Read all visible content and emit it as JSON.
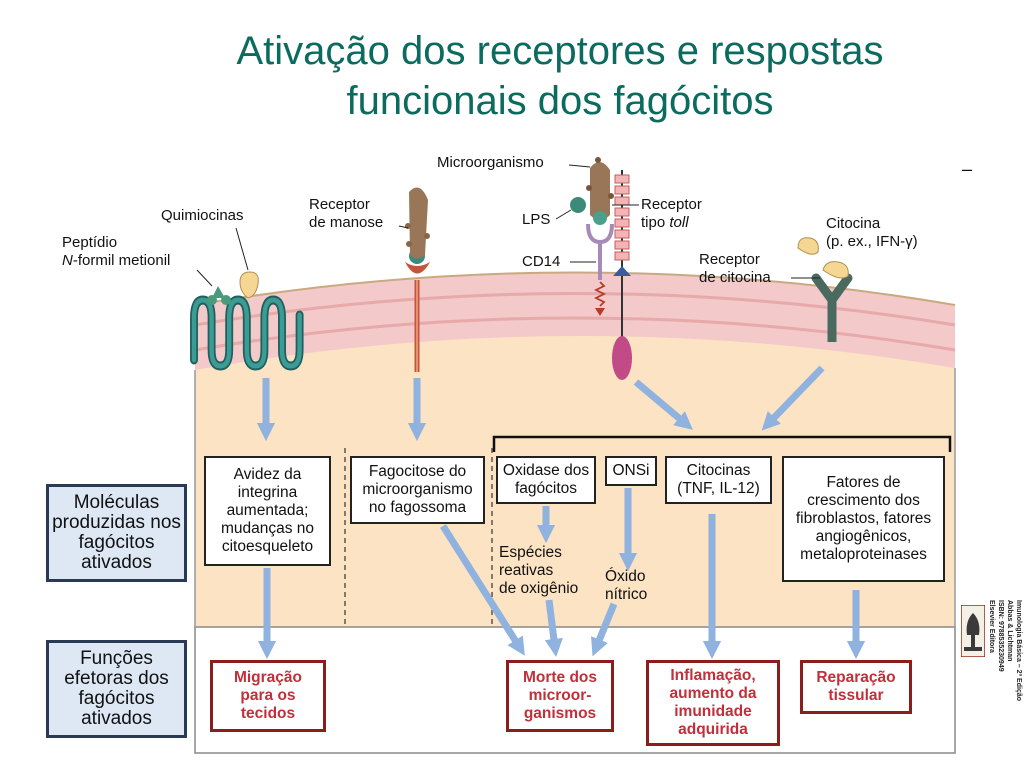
{
  "title": "Ativação dos receptores e respostas funcionais dos fagócitos",
  "stray_mark": "–",
  "labels": {
    "peptidio_line1": "Peptídio",
    "peptidio_line2_italic": "N",
    "peptidio_line2_rest": "-formil metionil",
    "quimiocinas": "Quimiocinas",
    "receptor_manose_1": "Receptor",
    "receptor_manose_2": "de manose",
    "microorganismo": "Microorganismo",
    "lps": "LPS",
    "cd14": "CD14",
    "receptor_toll_1": "Receptor",
    "receptor_toll_2a": "tipo ",
    "receptor_toll_2b_italic": "toll",
    "citocina_1": "Citocina",
    "citocina_2": "(p. ex., IFN-γ)",
    "receptor_citocina_1": "Receptor",
    "receptor_citocina_2": "de citocina"
  },
  "side_labels": {
    "molecules": "Moléculas produzidas nos fagócitos ativados",
    "functions": "Funções efetoras dos fagócitos ativados"
  },
  "boxes": {
    "avidez": "Avidez da integrina aumentada; mudanças no citoesqueleto",
    "fagocitose": "Fagocitose do microorganismo no fagossoma",
    "oxidase": "Oxidase dos fagócitos",
    "onsi": "ONSi",
    "citocinas": "Citocinas (TNF, IL-12)",
    "fatores": "Fatores de crescimento dos fibroblastos, fatores angiogênicos, metaloproteinases"
  },
  "products": {
    "especies_1": "Espécies",
    "especies_2": "reativas",
    "especies_3": "de oxigênio",
    "oxido_1": "Óxido",
    "oxido_2": "nítrico"
  },
  "effects": {
    "migracao": "Migração para os tecidos",
    "morte": "Morte dos microor-ganismos",
    "inflamacao": "Inflamação, aumento da imunidade adquirida",
    "reparacao": "Reparação tissular"
  },
  "book_credit": {
    "line1": "Imunologia Básica – 2ª Edição",
    "line2": "Abbas & Lichtman",
    "line3": "ISBN: 9788535230949",
    "line4": "Elsevier Editora"
  },
  "colors": {
    "title": "#0b6b5e",
    "cytoplasm": "#fbe3c3",
    "membrane": "#f3c9c9",
    "arrow": "#8fb2df",
    "effect_text": "#c0303a",
    "side_bg": "#dde8f4"
  }
}
